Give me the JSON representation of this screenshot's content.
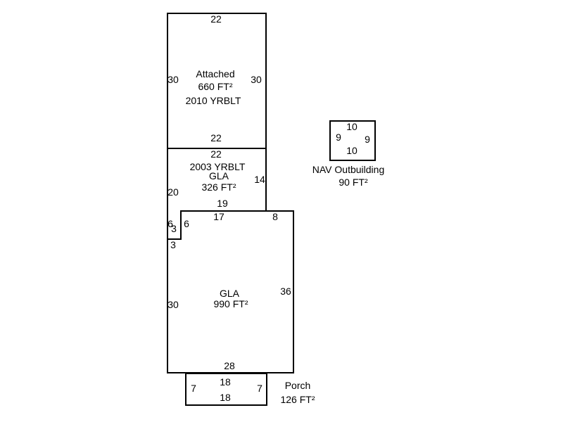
{
  "areas": {
    "attached": {
      "name": "Attached",
      "area": "660 FT²",
      "year": "2010 YRBLT",
      "dims": {
        "top": "22",
        "bottom": "22",
        "left": "30",
        "right": "30"
      }
    },
    "gla_upper": {
      "year": "2003 YRBLT",
      "name": "GLA",
      "area": "326 FT²",
      "dims": {
        "top": "22",
        "left": "20",
        "right": "14",
        "bottom": "19"
      }
    },
    "gla_main": {
      "name": "GLA",
      "area": "990 FT²",
      "dims": {
        "top": "17",
        "top_right": "8",
        "right": "36",
        "bottom": "28",
        "left": "30",
        "notch_a": "6",
        "notch_b": "3",
        "notch_c": "6",
        "notch_d": "3"
      }
    },
    "porch": {
      "name": "Porch",
      "area": "126 FT²",
      "dims": {
        "top": "18",
        "bottom": "18",
        "left": "7",
        "right": "7"
      }
    },
    "outbuilding": {
      "name": "NAV Outbuilding",
      "area": "90 FT²",
      "dims": {
        "top": "10",
        "bottom": "10",
        "left": "9",
        "right": "9"
      }
    }
  }
}
